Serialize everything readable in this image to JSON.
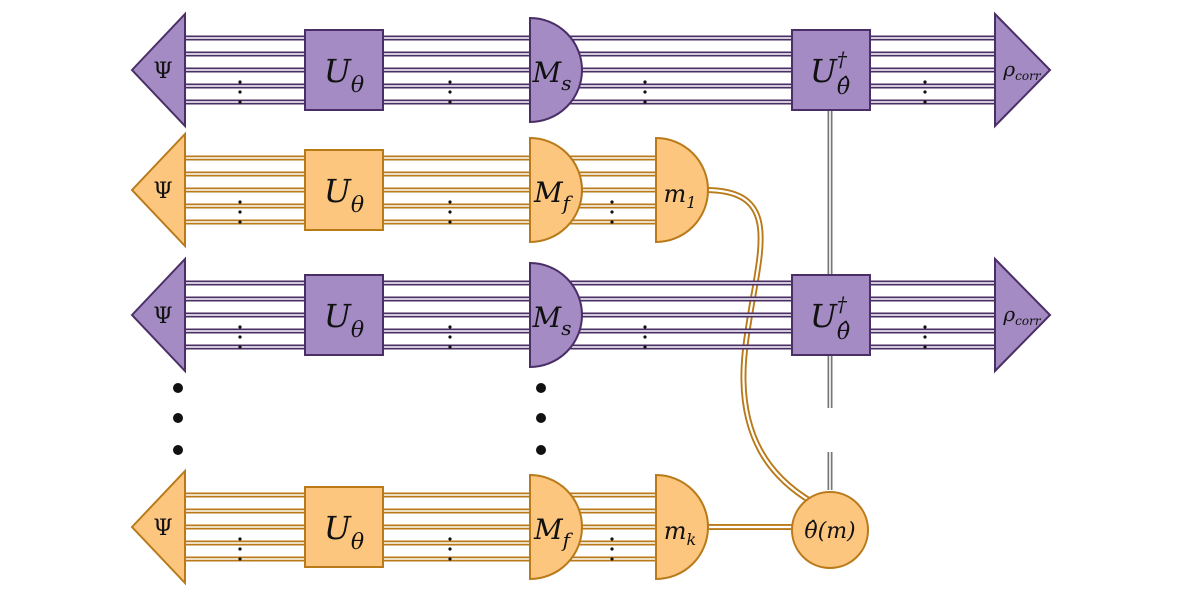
{
  "colors": {
    "purple_fill": "#a48bc4",
    "purple_stroke": "#4a2e66",
    "orange_fill": "#fdc67e",
    "orange_stroke": "#b97a1a",
    "classical_wire": "#888888",
    "ink": "#111111"
  },
  "rows": [
    {
      "kind": "system",
      "source_label": "Ψ",
      "unitary_label": "U",
      "unitary_sub": "θ",
      "measure_label": "M",
      "measure_sub": "s",
      "correction_label": "U",
      "correction_sup": "†",
      "correction_sub": "θ̂",
      "output_label": "ρ",
      "output_sub": "corr",
      "ellipsis": "⋮"
    },
    {
      "kind": "flag",
      "source_label": "Ψ",
      "unitary_label": "U",
      "unitary_sub": "θ",
      "measure_label": "M",
      "measure_sub": "f",
      "readout_label": "m",
      "readout_sub": "1",
      "ellipsis": "⋮"
    },
    {
      "kind": "system",
      "source_label": "Ψ",
      "unitary_label": "U",
      "unitary_sub": "θ",
      "measure_label": "M",
      "measure_sub": "s",
      "correction_label": "U",
      "correction_sup": "†",
      "correction_sub": "θ̂",
      "output_label": "ρ",
      "output_sub": "corr",
      "ellipsis": "⋮"
    },
    {
      "kind": "flag",
      "source_label": "Ψ",
      "unitary_label": "U",
      "unitary_sub": "θ",
      "measure_label": "M",
      "measure_sub": "f",
      "readout_label": "m",
      "readout_sub": "k",
      "ellipsis": "⋮"
    }
  ],
  "estimator": {
    "label": "θ̂(m)"
  }
}
